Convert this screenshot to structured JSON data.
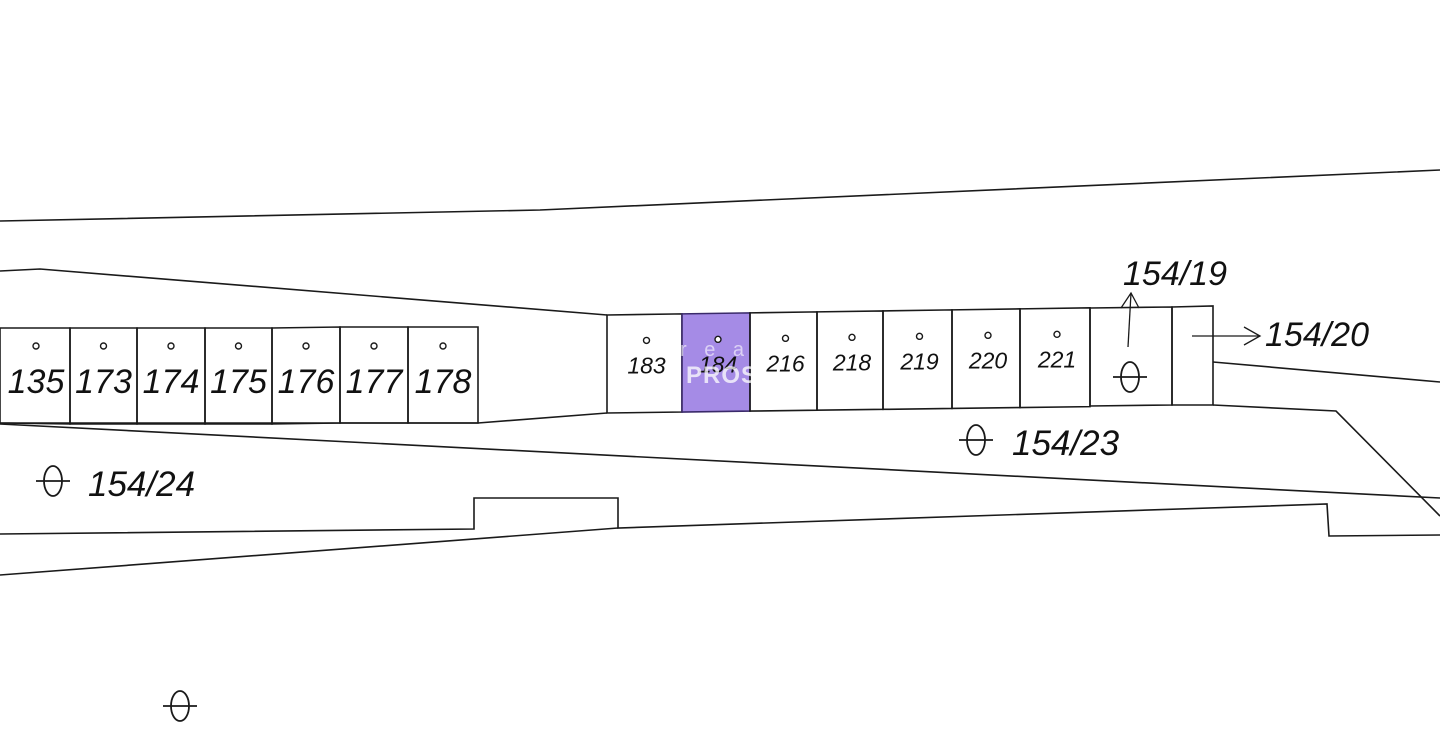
{
  "map": {
    "left_lots": [
      {
        "label": "135"
      },
      {
        "label": "173"
      },
      {
        "label": "174"
      },
      {
        "label": "175"
      },
      {
        "label": "176"
      },
      {
        "label": "177"
      },
      {
        "label": "178"
      }
    ],
    "right_lots": [
      {
        "label": "183",
        "highlighted": false
      },
      {
        "label": "184",
        "highlighted": true
      },
      {
        "label": "216",
        "highlighted": false
      },
      {
        "label": "218",
        "highlighted": false
      },
      {
        "label": "219",
        "highlighted": false
      },
      {
        "label": "220",
        "highlighted": false
      },
      {
        "label": "221",
        "highlighted": false
      }
    ],
    "parcels": {
      "p154_19": "154/19",
      "p154_20": "154/20",
      "p154_23": "154/23",
      "p154_24": "154/24"
    },
    "watermark": {
      "top": "r e a",
      "bottom": "PROS"
    },
    "colors": {
      "highlight": "#a58be6",
      "line": "#1a1a1a",
      "background": "#ffffff"
    },
    "symbols": {
      "parcel_marker": "theta-symbol"
    }
  }
}
